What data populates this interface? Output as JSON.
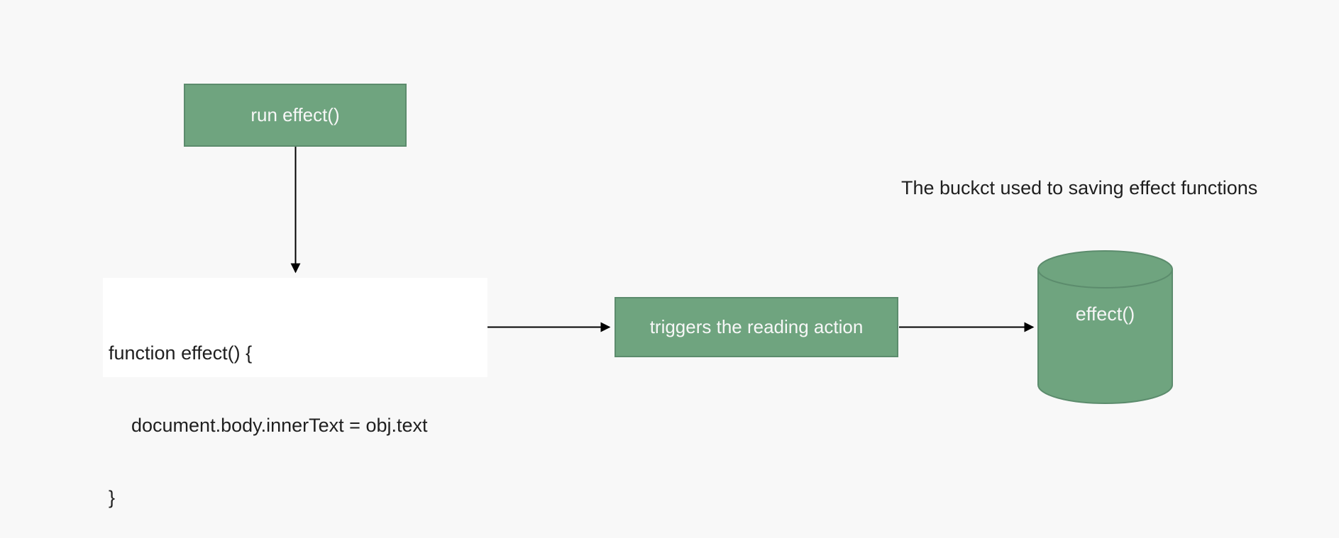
{
  "diagram": {
    "background_color": "#f8f8f8",
    "accent_green": "#6fa47f",
    "accent_green_border": "#5c8c6d",
    "arrow_color": "#000000",
    "nodes": {
      "run_effect": {
        "label": "run effect()"
      },
      "code_block": {
        "line1": "function effect() {",
        "line2": "document.body.innerText = obj.text",
        "line3": "}"
      },
      "trigger": {
        "label": "triggers the reading action"
      },
      "bucket": {
        "label": "effect()"
      }
    },
    "caption": "The buckct used to saving effect functions"
  }
}
